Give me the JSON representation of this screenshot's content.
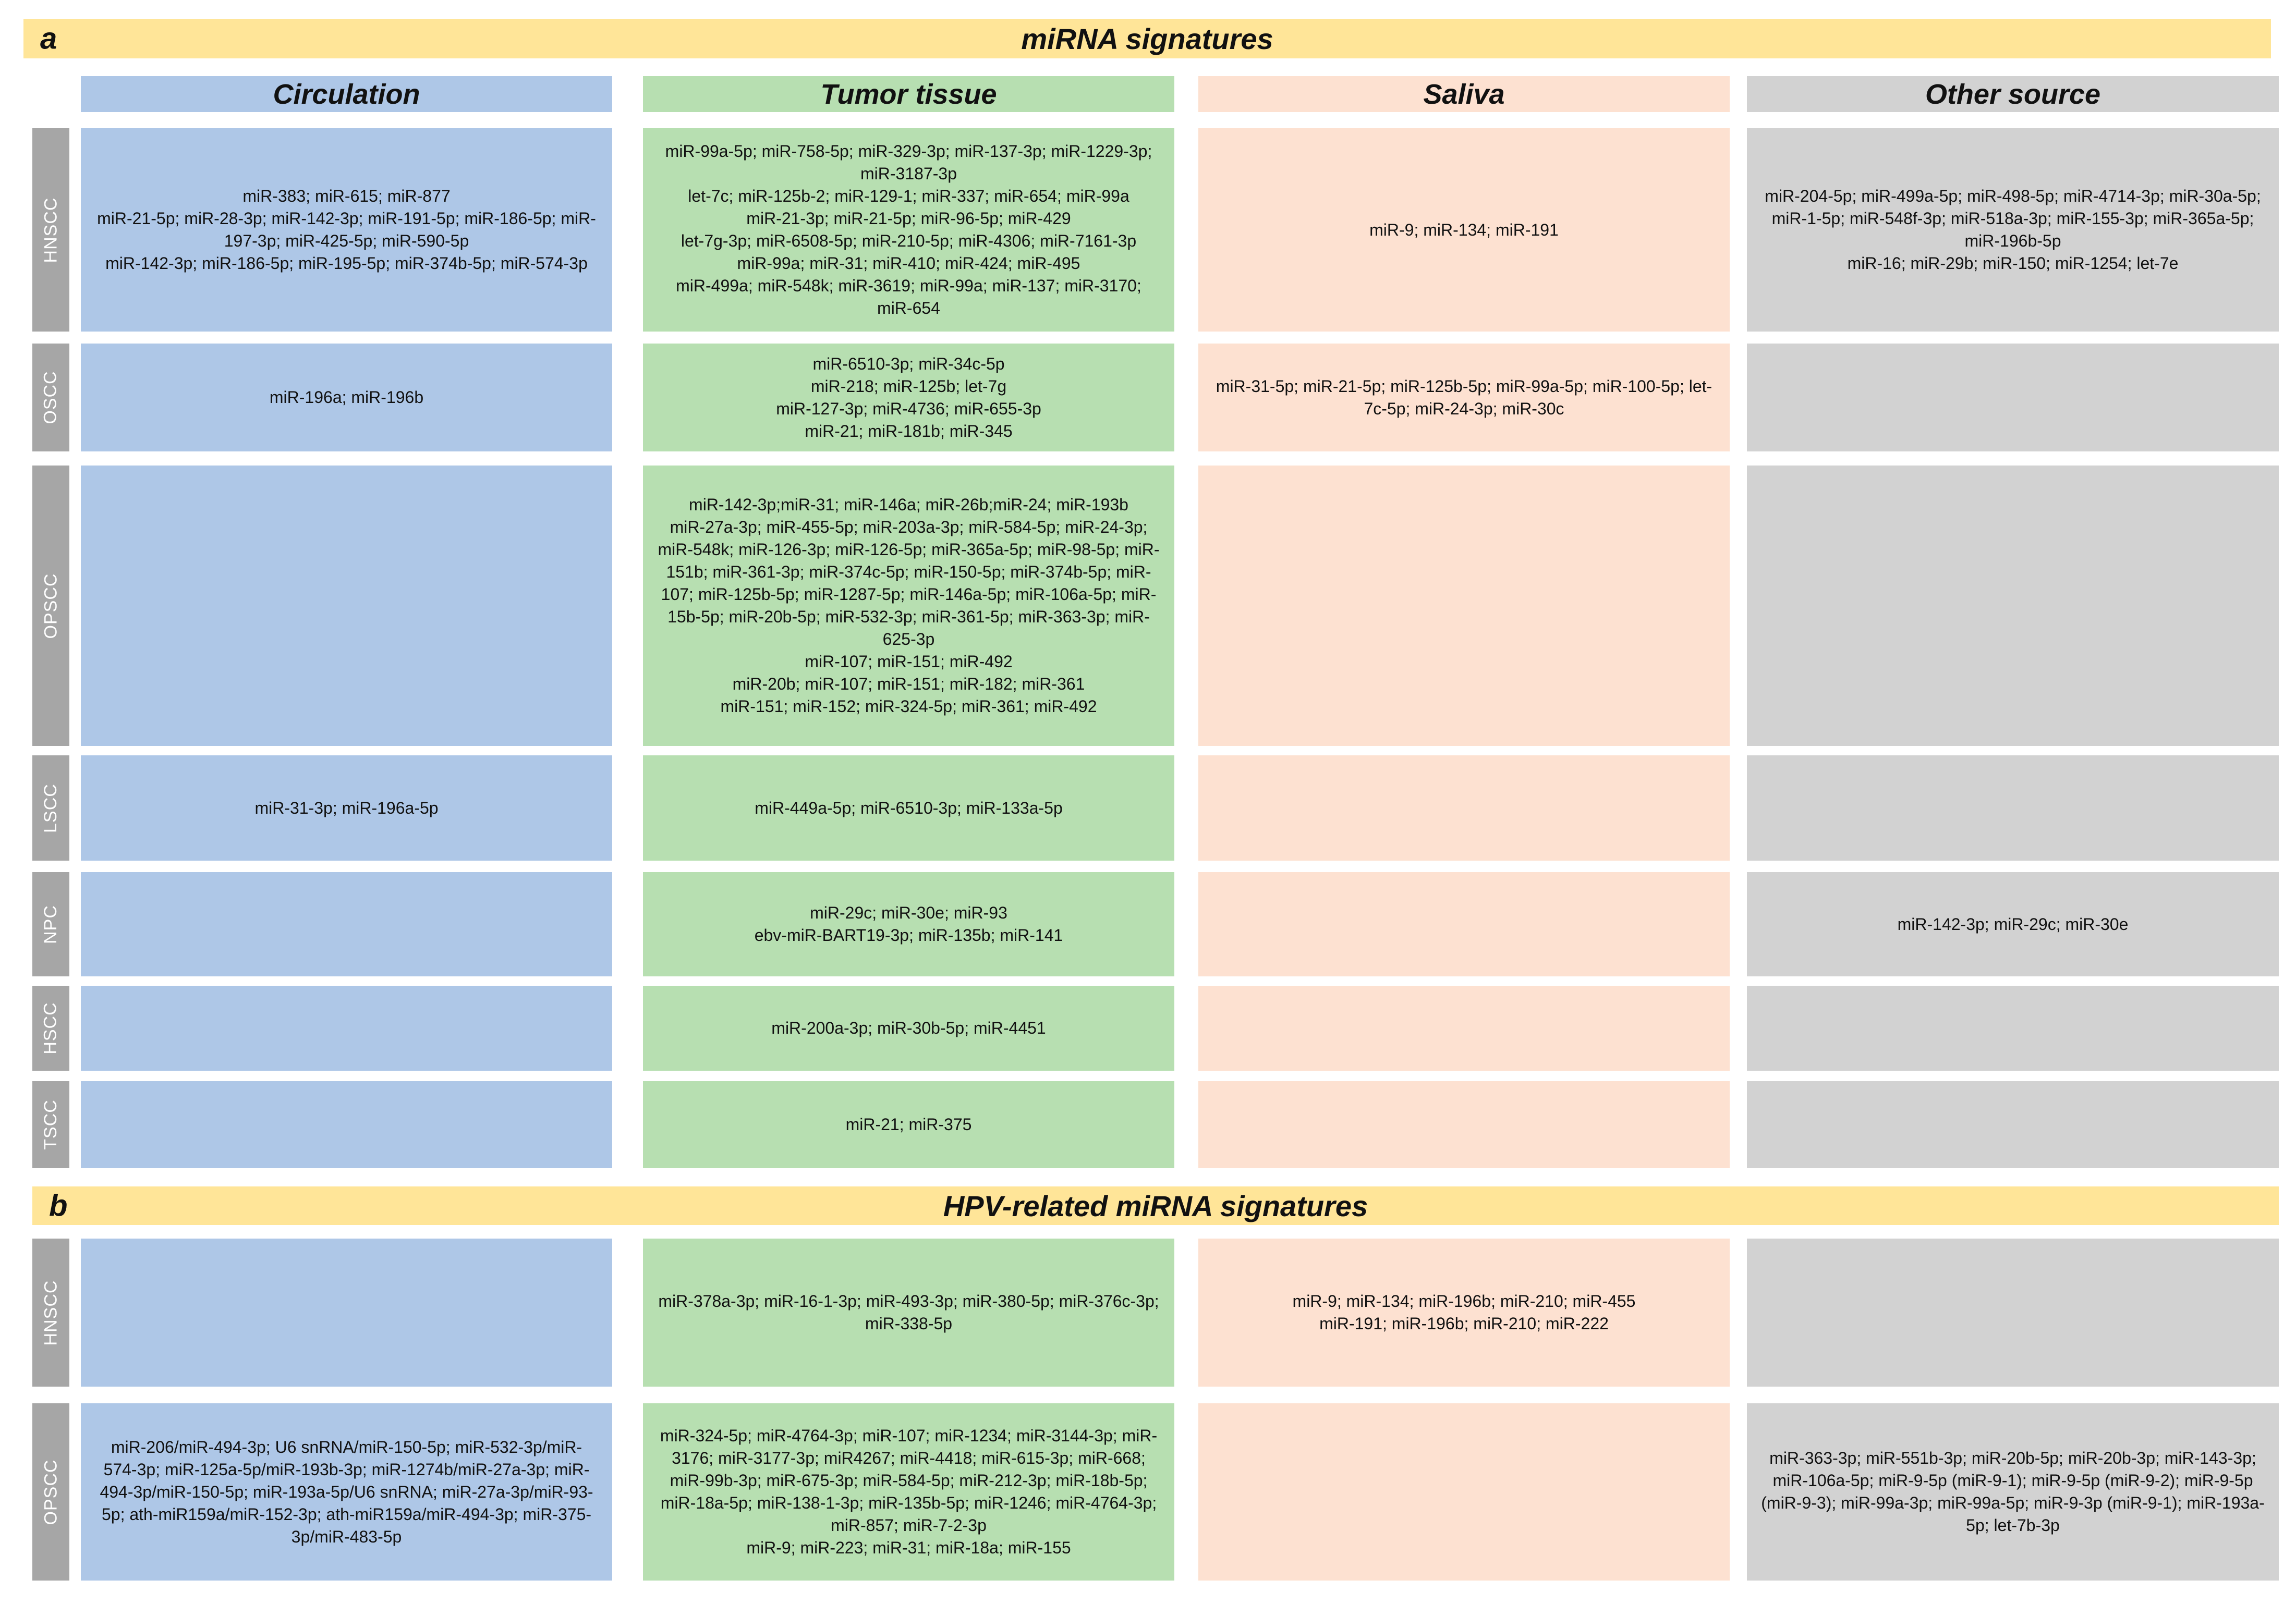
{
  "colors": {
    "banner": "#ffe598",
    "circulation": "#aec7e7",
    "tumor": "#b7dfb1",
    "saliva": "#fde1d1",
    "other": "#d2d2d2",
    "row_label": "#a6a6a6"
  },
  "section_a": {
    "letter": "a",
    "title": "miRNA signatures",
    "columns": [
      "Circulation",
      "Tumor tissue",
      "Saliva",
      "Other source"
    ],
    "rows": [
      {
        "label": "HNSCC",
        "cells": [
          "miR-383; miR-615; miR-877\nmiR-21-5p; miR-28-3p; miR-142-3p; miR-191-5p; miR-186-5p; miR-197-3p; miR-425-5p; miR-590-5p\nmiR-142-3p; miR-186-5p; miR-195-5p; miR-374b-5p; miR-574-3p",
          "miR-99a-5p; miR-758-5p; miR-329-3p; miR-137-3p; miR-1229-3p; miR-3187-3p\nlet-7c; miR-125b-2; miR-129-1; miR-337; miR-654; miR-99a\nmiR-21-3p; miR-21-5p; miR-96-5p; miR-429\nlet-7g-3p; miR-6508-5p; miR-210-5p; miR-4306; miR-7161-3p\nmiR-99a; miR-31; miR-410; miR-424; miR-495\nmiR-499a; miR-548k; miR-3619; miR-99a; miR-137; miR-3170; miR-654",
          "miR-9; miR-134; miR-191",
          "miR-204-5p; miR-499a-5p; miR-498-5p; miR-4714-3p; miR-30a-5p; miR-1-5p; miR-548f-3p; miR-518a-3p; miR-155-3p; miR-365a-5p; miR-196b-5p\nmiR-16; miR-29b; miR-150; miR-1254; let-7e"
        ]
      },
      {
        "label": "OSCC",
        "cells": [
          "miR-196a; miR-196b",
          "miR-6510-3p; miR-34c-5p\nmiR-218; miR-125b; let-7g\nmiR-127-3p; miR-4736; miR-655-3p\nmiR-21; miR-181b; miR-345",
          "miR-31-5p; miR-21-5p; miR-125b-5p; miR-99a-5p; miR-100-5p; let-7c-5p; miR-24-3p; miR-30c",
          ""
        ]
      },
      {
        "label": "OPSCC",
        "cells": [
          "",
          "miR-142-3p;miR-31; miR-146a; miR-26b;miR-24; miR-193b\nmiR-27a-3p; miR-455-5p; miR-203a-3p; miR-584-5p; miR-24-3p; miR-548k; miR-126-3p; miR-126-5p; miR-365a-5p; miR-98-5p; miR-151b; miR-361-3p; miR-374c-5p; miR-150-5p; miR-374b-5p; miR-107; miR-125b-5p; miR-1287-5p; miR-146a-5p; miR-106a-5p; miR-15b-5p; miR-20b-5p; miR-532-3p; miR-361-5p; miR-363-3p; miR-625-3p\nmiR-107; miR-151; miR-492\nmiR-20b; miR-107; miR-151; miR-182; miR-361\nmiR-151; miR-152; miR-324-5p; miR-361; miR-492",
          "",
          ""
        ]
      },
      {
        "label": "LSCC",
        "cells": [
          "miR-31-3p; miR-196a-5p",
          "miR-449a-5p; miR-6510-3p; miR-133a-5p",
          "",
          ""
        ]
      },
      {
        "label": "NPC",
        "cells": [
          "",
          "miR-29c; miR-30e; miR-93\nebv-miR-BART19-3p; miR-135b; miR-141",
          "",
          "miR-142-3p; miR-29c; miR-30e"
        ]
      },
      {
        "label": "HSCC",
        "cells": [
          "",
          "miR-200a-3p; miR-30b-5p; miR-4451",
          "",
          ""
        ]
      },
      {
        "label": "TSCC",
        "cells": [
          "",
          "miR-21; miR-375",
          "",
          ""
        ]
      }
    ]
  },
  "section_b": {
    "letter": "b",
    "title": "HPV-related miRNA signatures",
    "rows": [
      {
        "label": "HNSCC",
        "cells": [
          "",
          "miR-378a-3p; miR-16-1-3p; miR-493-3p; miR-380-5p; miR-376c-3p; miR-338-5p",
          "miR-9; miR-134; miR-196b; miR-210; miR-455\nmiR-191; miR-196b; miR-210; miR-222",
          ""
        ]
      },
      {
        "label": "OPSCC",
        "cells": [
          "miR-206/miR-494-3p; U6 snRNA/miR-150-5p; miR-532-3p/miR-574-3p; miR-125a-5p/miR-193b-3p; miR-1274b/miR-27a-3p; miR-494-3p/miR-150-5p; miR-193a-5p/U6 snRNA; miR-27a-3p/miR-93-5p; ath-miR159a/miR-152-3p; ath-miR159a/miR-494-3p; miR-375-3p/miR-483-5p",
          "miR-324-5p; miR-4764-3p; miR-107; miR-1234; miR-3144-3p; miR-3176; miR-3177-3p; miR4267; miR-4418; miR-615-3p; miR-668; miR-99b-3p; miR-675-3p; miR-584-5p; miR-212-3p; miR-18b-5p; miR-18a-5p; miR-138-1-3p; miR-135b-5p; miR-1246; miR-4764-3p; miR-857; miR-7-2-3p\nmiR-9; miR-223; miR-31; miR-18a; miR-155",
          "",
          "miR-363-3p; miR-551b-3p; miR-20b-5p; miR-20b-3p; miR-143-3p; miR-106a-5p; miR-9-5p (miR-9-1); miR-9-5p (miR-9-2); miR-9-5p (miR-9-3); miR-99a-3p; miR-99a-5p; miR-9-3p (miR-9-1); miR-193a-5p; let-7b-3p"
        ]
      }
    ]
  }
}
